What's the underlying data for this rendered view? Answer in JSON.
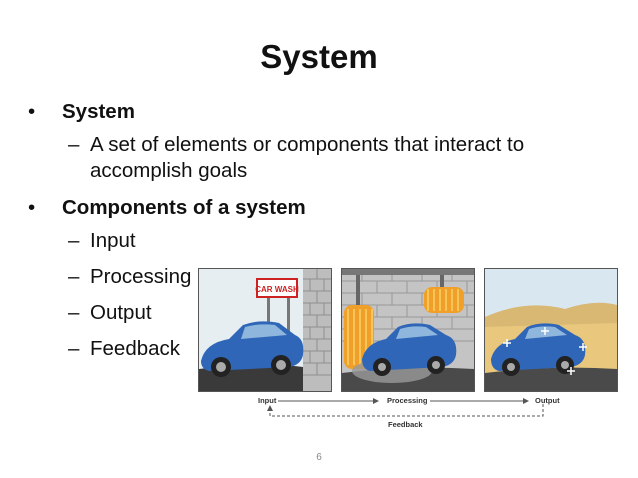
{
  "slide": {
    "title": "System",
    "bullets": [
      {
        "label": "System",
        "subitems": [
          "A set of elements or components that interact to accomplish goals"
        ]
      },
      {
        "label": "Components of a system",
        "subitems": [
          "Input",
          "Processing",
          "Output",
          "Feedback"
        ]
      }
    ],
    "bullet_glyph": "•",
    "dash_glyph": "–",
    "page_number": "6"
  },
  "figure": {
    "sign_text": "CAR WASH",
    "flow_labels": {
      "input": "Input",
      "processing": "Processing",
      "output": "Output",
      "feedback": "Feedback"
    },
    "colors": {
      "car_blue": "#2f66b8",
      "brush_orange": "#f0a028",
      "sky": "#d9e8f0",
      "desert": "#e9c77c",
      "wall_gray": "#b8b8b8"
    }
  }
}
